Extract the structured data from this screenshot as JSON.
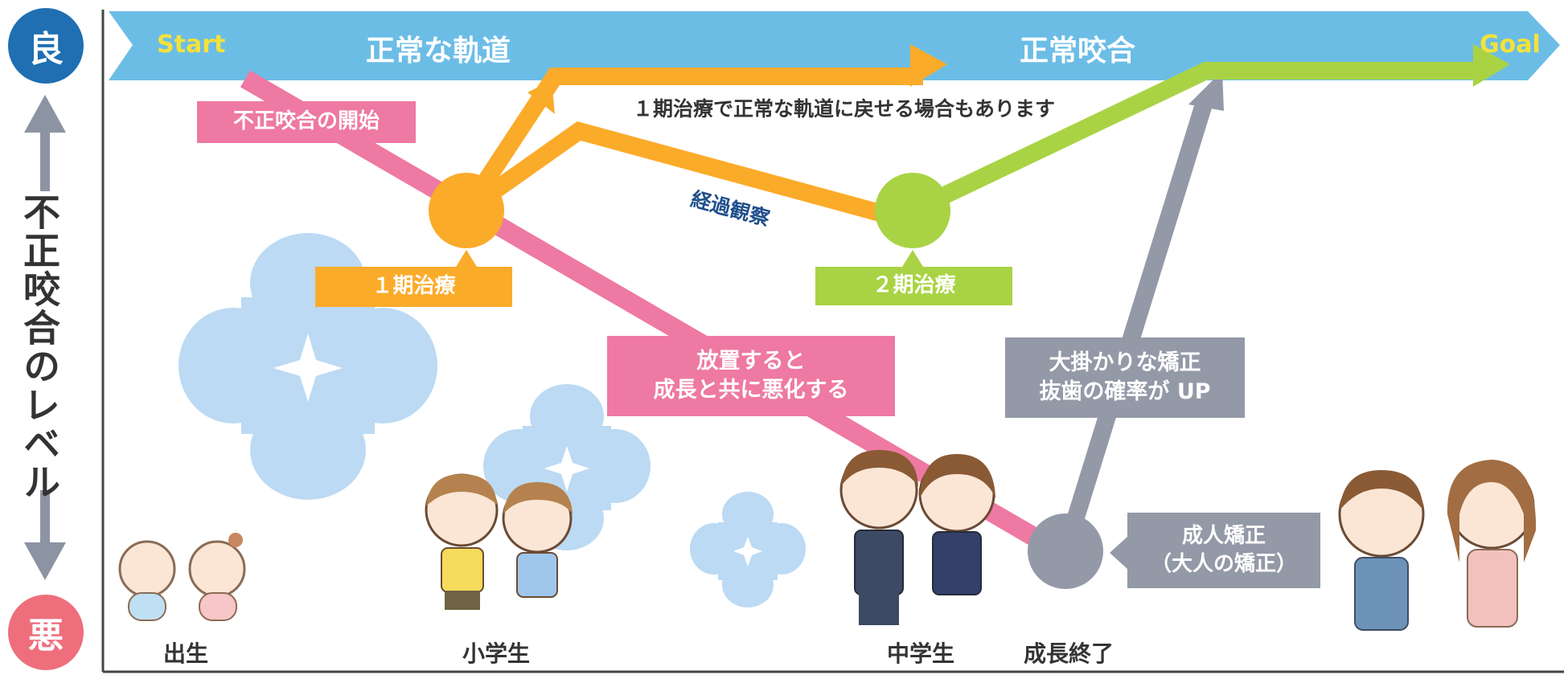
{
  "axis": {
    "good": "良",
    "bad": "悪",
    "title": "不正咬合のレベル"
  },
  "top_band": {
    "start": "Start",
    "normal_path": "正常な軌道",
    "normal_occlusion": "正常咬合",
    "goal": "Goal"
  },
  "labels": {
    "malocclusion_start": "不正咬合の開始",
    "phase1_note": "１期治療で正常な軌道に戻せる場合もあります",
    "observation": "経過観察",
    "phase1": "１期治療",
    "phase2": "２期治療",
    "neglect_line1": "放置すると",
    "neglect_line2": "成長と共に悪化する",
    "major_line1": "大掛かりな矯正",
    "major_line2": "抜歯の確率が UP",
    "adult_line1": "成人矯正",
    "adult_line2": "（大人の矯正）"
  },
  "stages": {
    "birth": "出生",
    "elementary": "小学生",
    "junior_high": "中学生",
    "growth_end": "成長終了"
  },
  "colors": {
    "band_blue": "#6cbde6",
    "orange": "#fbab2a",
    "green": "#a9d344",
    "pink": "#ee79a2",
    "gray": "#9499a7",
    "good_circle": "#1f6fb2",
    "bad_circle": "#ef6e7c",
    "flower": "#bcdaf3",
    "start_goal_text": "#f4e23a"
  }
}
